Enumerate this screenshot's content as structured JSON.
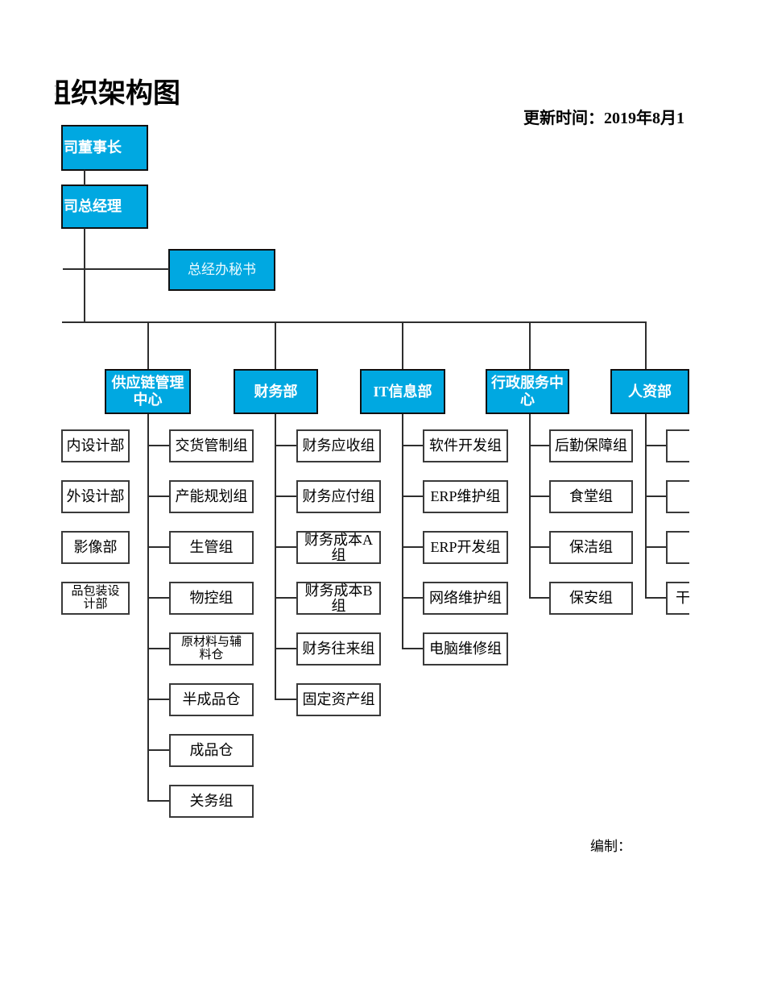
{
  "page": {
    "title": "组织架构图",
    "update_time": "更新时间：2019年8月1",
    "footer_label": "编制："
  },
  "org": {
    "chairman": "司董事长",
    "general_manager": "司总经理",
    "secretary": "总经办秘书",
    "departments": {
      "supply_chain": "供应链管理\n中心",
      "finance": "财务部",
      "it": "IT信息部",
      "admin": "行政服务中\n心",
      "hr": "人资部"
    },
    "groups": {
      "design": [
        "内设计部",
        "外设计部",
        "影像部",
        "品包装设\n计部"
      ],
      "supply_chain": [
        "交货管制组",
        "产能规划组",
        "生管组",
        "物控组",
        "原材料与辅\n料仓",
        "半成品仓",
        "成品仓",
        "关务组"
      ],
      "finance": [
        "财务应收组",
        "财务应付组",
        "财务成本A组",
        "财务成本B组",
        "财务往来组",
        "固定资产组"
      ],
      "it": [
        "软件开发组",
        "ERP维护组",
        "ERP开发组",
        "网络维护组",
        "电脑维修组"
      ],
      "admin": [
        "后勤保障组",
        "食堂组",
        "保洁组",
        "保安组"
      ],
      "hr": [
        "",
        "",
        "",
        "干"
      ]
    }
  },
  "colors": {
    "node_fill": "#00A8E1",
    "node_text": "#ffffff",
    "line": "#2e2e2e"
  }
}
